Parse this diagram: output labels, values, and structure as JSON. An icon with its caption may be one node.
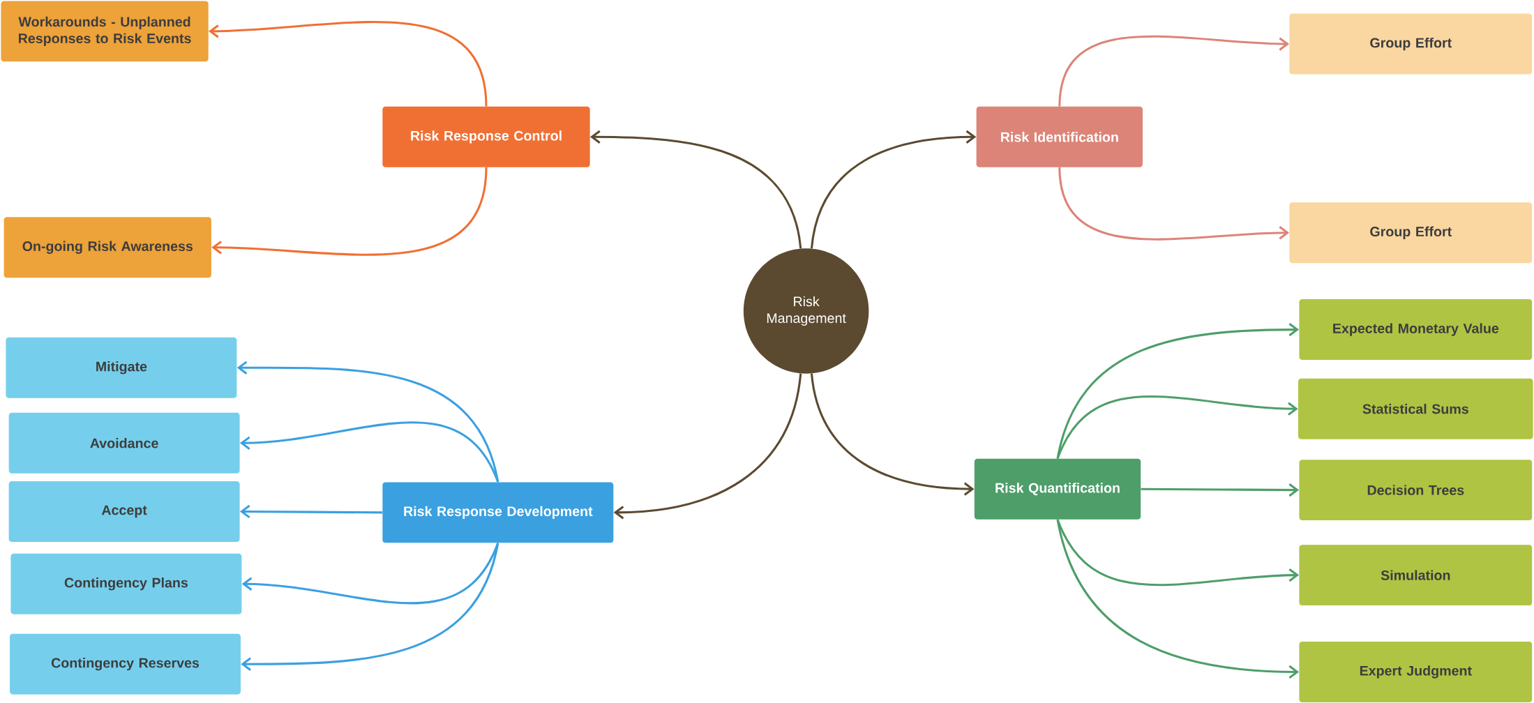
{
  "diagram": {
    "nodes": [
      {
        "text": [
          "Risk Management"
        ]
      },
      {
        "text": [
          "Risk Response Control"
        ]
      },
      {
        "text": [
          "Workarounds - Unplanned Responses to Risk Events"
        ]
      },
      {
        "text": [
          "On-going Risk Awareness"
        ]
      },
      {
        "text": [
          "Risk Identification"
        ]
      },
      {
        "text": [
          "Group Effort"
        ]
      },
      {
        "text": [
          "Group Effort"
        ]
      },
      {
        "text": [
          "Risk Response Development"
        ]
      },
      {
        "text": [
          "Mitigate"
        ]
      },
      {
        "text": [
          "Avoidance"
        ]
      },
      {
        "text": [
          "Accept"
        ]
      },
      {
        "text": [
          "Contingency Plans"
        ]
      },
      {
        "text": [
          "Contingency Reserves"
        ]
      },
      {
        "text": [
          "Risk Quantification"
        ]
      },
      {
        "text": [
          "Expected Monetary Value"
        ]
      },
      {
        "text": [
          "Statistical Sums"
        ]
      },
      {
        "text": [
          "Decision Trees"
        ]
      },
      {
        "text": [
          "Simulation"
        ]
      },
      {
        "text": [
          "Expert Judgment"
        ]
      }
    ],
    "edges": [
      {
        "from": 0,
        "to": 1,
        "arrow": "to",
        "color": "#5b4a30"
      },
      {
        "from": 0,
        "to": 4,
        "arrow": "to",
        "color": "#5b4a30"
      },
      {
        "from": 0,
        "to": 7,
        "arrow": "to",
        "color": "#5b4a30"
      },
      {
        "from": 0,
        "to": 13,
        "arrow": "to",
        "color": "#5b4a30"
      },
      {
        "from": 1,
        "to": 2,
        "arrow": "to",
        "color": "#f07033"
      },
      {
        "from": 1,
        "to": 3,
        "arrow": "to",
        "color": "#f07033"
      },
      {
        "from": 4,
        "to": 5,
        "arrow": "to",
        "color": "#dc8478"
      },
      {
        "from": 4,
        "to": 6,
        "arrow": "to",
        "color": "#dc8478"
      },
      {
        "from": 7,
        "to": 8,
        "arrow": "to",
        "color": "#3aa0e0"
      },
      {
        "from": 7,
        "to": 9,
        "arrow": "to",
        "color": "#3aa0e0"
      },
      {
        "from": 7,
        "to": 10,
        "arrow": "to",
        "color": "#3aa0e0"
      },
      {
        "from": 7,
        "to": 11,
        "arrow": "to",
        "color": "#3aa0e0"
      },
      {
        "from": 7,
        "to": 12,
        "arrow": "to",
        "color": "#3aa0e0"
      },
      {
        "from": 13,
        "to": 14,
        "arrow": "to",
        "color": "#4e9e6a"
      },
      {
        "from": 13,
        "to": 15,
        "arrow": "to",
        "color": "#4e9e6a"
      },
      {
        "from": 13,
        "to": 16,
        "arrow": "to",
        "color": "#4e9e6a"
      },
      {
        "from": 13,
        "to": 17,
        "arrow": "to",
        "color": "#4e9e6a"
      },
      {
        "from": 13,
        "to": 18,
        "arrow": "to",
        "color": "#4e9e6a"
      }
    ]
  }
}
